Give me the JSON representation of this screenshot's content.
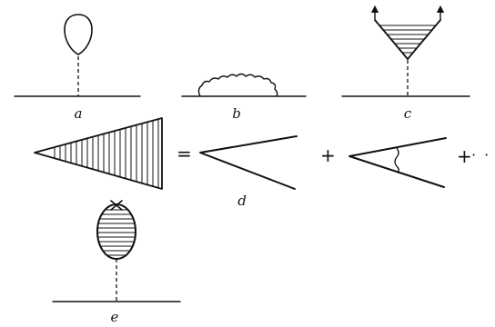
{
  "labels": {
    "a": "a",
    "b": "b",
    "c": "c",
    "d": "d",
    "e": "e"
  },
  "symbols": {
    "equals": "=",
    "plus1": "+",
    "plus2": "+",
    "ellipsis": "· ·"
  }
}
